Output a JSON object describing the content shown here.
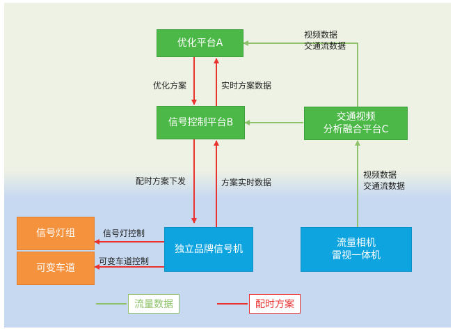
{
  "boxes": {
    "platform_a": "优化平台A",
    "platform_b": "信号控制平台B",
    "platform_c": "交通视频\n分析融合平台C",
    "signal_machine": "独立品牌信号机",
    "camera": "流量相机\n雷视一体机",
    "signal_group": "信号灯组",
    "variable_lane": "可变车道"
  },
  "labels": {
    "opt_plan": "优化方案",
    "realtime_plan_data_1": "实时方案数据",
    "timing_plan_send": "配时方案下发",
    "plan_realtime_data": "方案实时数据",
    "video_data_top": "视频数据\n交通流数据",
    "video_data_mid": "视频数据\n交通流数据",
    "signal_light_ctrl": "信号灯控制",
    "variable_lane_ctrl": "可变车道控制"
  },
  "legend": {
    "flow_data": "流量数据",
    "timing_plan": "配时方案"
  },
  "colors": {
    "red": "#e8332f",
    "green": "#8dc26a",
    "green_box": "#4cb848",
    "blue_box": "#0ea4e0",
    "orange_box": "#f5923e"
  }
}
